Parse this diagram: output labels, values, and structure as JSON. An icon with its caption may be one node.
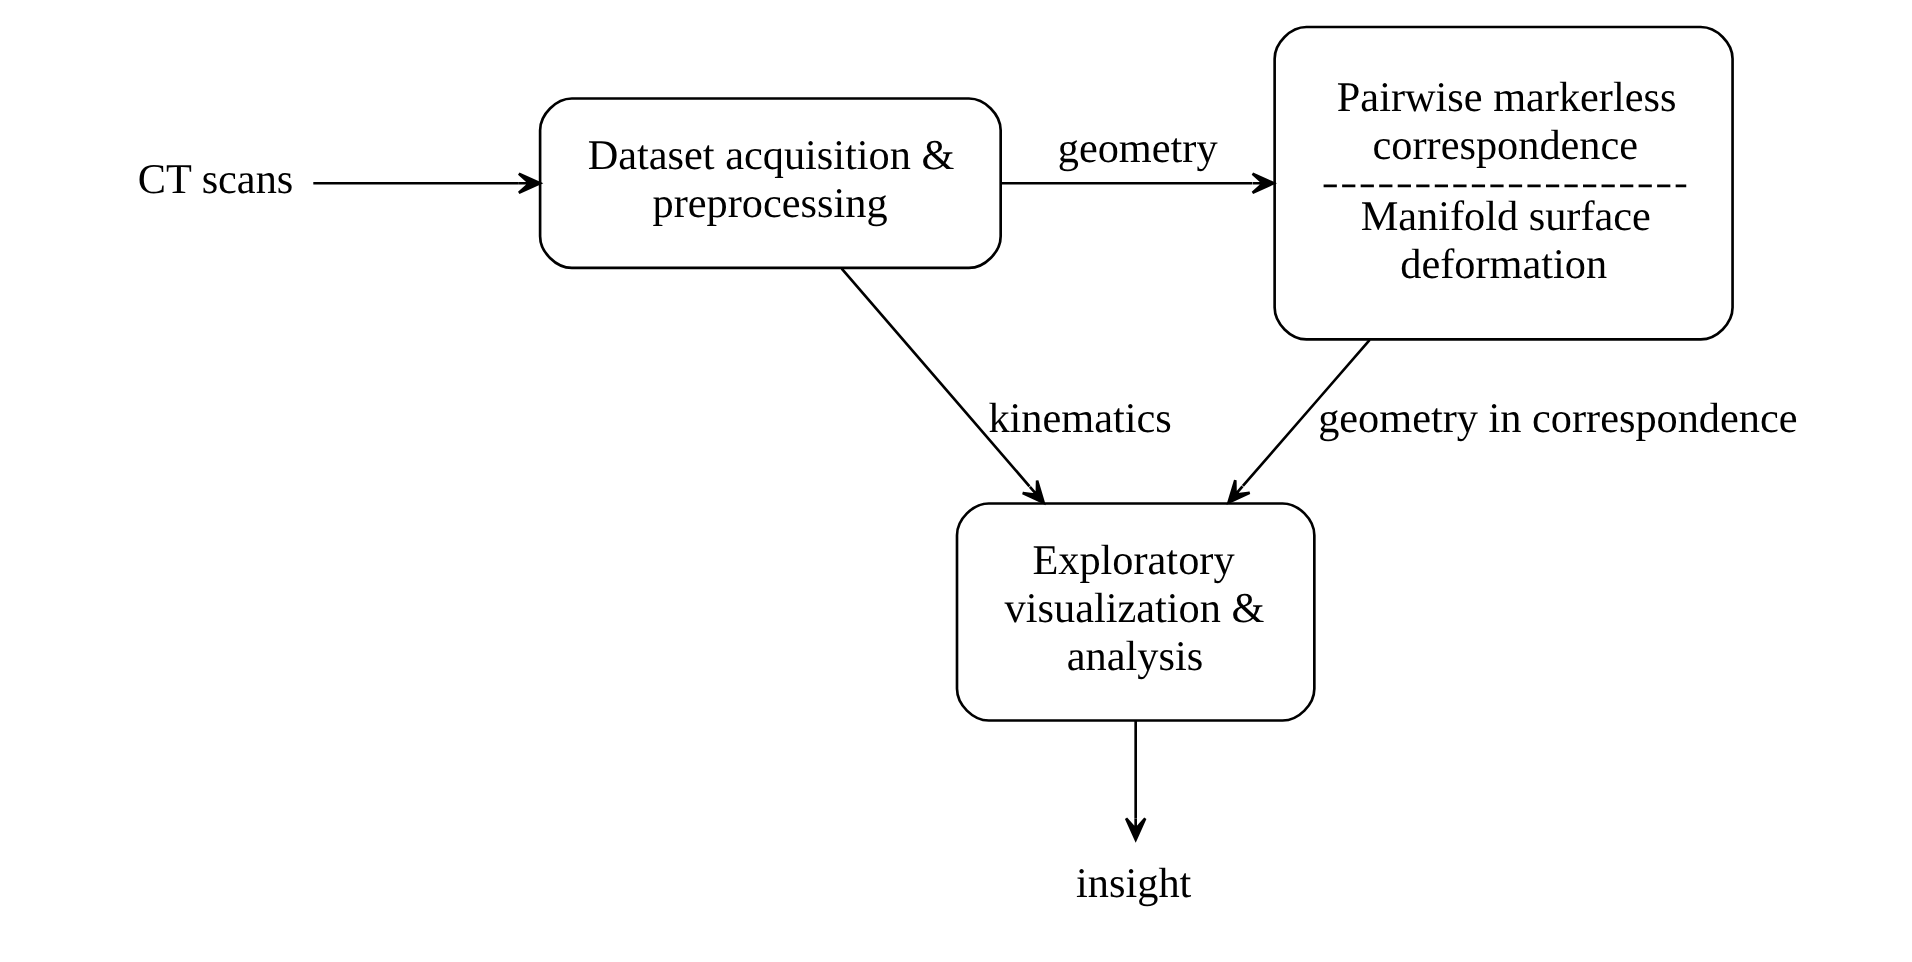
{
  "diagram": {
    "nodes": [
      {
        "text": [
          "CT scans"
        ]
      },
      {
        "text": [
          "Dataset acquisition & preprocessing"
        ]
      },
      {
        "text": [
          "Pairwise markerless correspondence",
          "Manifold surface deformation"
        ]
      },
      {
        "text": [
          "Exploratory visualization & analysis"
        ]
      },
      {
        "text": [
          "insight"
        ]
      }
    ],
    "edges": [
      {
        "from": 0,
        "to": 1,
        "arrow": "to"
      },
      {
        "from": 1,
        "to": 2,
        "arrow": "to",
        "label": "geometry"
      },
      {
        "from": 1,
        "to": 3,
        "arrow": "to",
        "label": "kinematics"
      },
      {
        "from": 2,
        "to": 3,
        "arrow": "to",
        "label": "geometry in correspondence"
      },
      {
        "from": 3,
        "to": 4,
        "arrow": "to"
      }
    ]
  }
}
